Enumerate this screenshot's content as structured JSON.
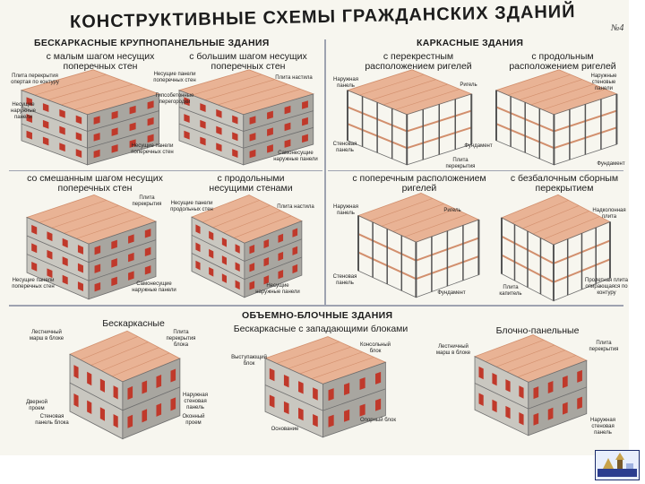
{
  "title": "КОНСТРУКТИВНЫЕ СХЕМЫ ГРАЖДАНСКИХ ЗДАНИЙ",
  "badge": "№4",
  "colors": {
    "roof": "#e9b395",
    "roof_dark": "#d28f6d",
    "wall_left": "#c9c7c0",
    "wall_right": "#a8a6a0",
    "window": "#c0392b",
    "frame": "#6e6e6e"
  },
  "sections": {
    "panel": {
      "heading": "БЕСКАРКАСНЫЕ КРУПНОПАНЕЛЬНЫЕ ЗДАНИЯ",
      "small_step": {
        "caption": "с малым шагом несущих поперечных стен",
        "labels": [
          "Плита перекрытия опертая по контуру",
          "Несущие наружные панели",
          "Несущие панели поперечных стен"
        ]
      },
      "large_step": {
        "caption": "с большим шагом несущих поперечных стен",
        "labels": [
          "Несущие панели поперечных стен",
          "Гипсобетонные перегородки",
          "Плита настила",
          "Самонесущие наружные панели"
        ]
      },
      "mixed_step": {
        "caption": "со смешанным шагом несущих поперечных стен",
        "labels": [
          "Плита перекрытия",
          "Несущие панели поперечных стен",
          "Самонесущие наружные панели"
        ]
      },
      "longitudinal": {
        "caption": "с продольными несущими стенами",
        "labels": [
          "Несущие панели продольных стен",
          "Плита настила",
          "Несущие наружные панели"
        ]
      }
    },
    "frame": {
      "heading": "КАРКАСНЫЕ ЗДАНИЯ",
      "cross_girders": {
        "caption": "с перекрестным расположением ригелей",
        "labels": [
          "Наружная панель",
          "Ригель",
          "Стеновая панель",
          "Фундамент",
          "Плита перекрытия"
        ]
      },
      "longitudinal_girders": {
        "caption": "с продольным расположением ригелей",
        "labels": [
          "Наружные стеновые панели",
          "Фундамент"
        ]
      },
      "transverse_girders": {
        "caption": "с поперечным расположением ригелей",
        "labels": [
          "Наружная панель",
          "Ригель",
          "Стеновая панель",
          "Фундамент"
        ]
      },
      "beamless": {
        "caption": "с безбалочным сборным перекрытием",
        "labels": [
          "Надколонная плита",
          "Плита капитель",
          "Пролетная плита опирающаяся по контуру"
        ]
      }
    },
    "block": {
      "heading": "ОБЪЕМНО-БЛОЧНЫЕ ЗДАНИЯ",
      "frameless": {
        "caption": "Бескаркасные",
        "labels": [
          "Лестничный марш в блоке",
          "Плита перекрытия блока",
          "Дверной проем",
          "Стеновая панель блока",
          "Наружная стеновая панель",
          "Оконный проем"
        ]
      },
      "overhang": {
        "caption": "Бескаркасные с западающими блоками",
        "labels": [
          "Консольный блок",
          "Выступающий блок",
          "Опорный блок",
          "Основание"
        ]
      },
      "block_panel": {
        "caption": "Блочно-панельные",
        "labels": [
          "Лестничный марш в блоке",
          "Плита перекрытия",
          "Наружная стеновая панель"
        ]
      }
    }
  }
}
